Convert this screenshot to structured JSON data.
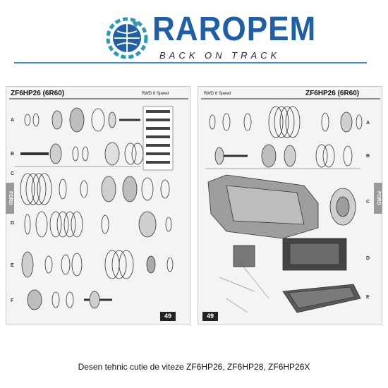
{
  "brand": {
    "name": "RAROPEM",
    "tagline": "BACK ON TRACK",
    "colors": {
      "brand_blue": "#1f5fa8",
      "accent_teal": "#3a9bb5",
      "navy": "#1b2a44"
    }
  },
  "manual": {
    "left_page": {
      "title": "ZF6HP26 (6R60)",
      "subtitle": "RWD 6 Speed",
      "page_number": "49",
      "side_tab": "FORD",
      "rows": [
        "A",
        "B",
        "C",
        "D",
        "E",
        "F"
      ]
    },
    "right_page": {
      "title": "ZF6HP26 (6R60)",
      "subtitle": "RWD 6 Speed",
      "page_number": "49",
      "side_tab": "FORD",
      "rows": [
        "A",
        "B",
        "C",
        "D",
        "E"
      ]
    }
  },
  "caption": "Desen tehnic cutie de viteze ZF6HP26, ZF6HP28, ZF6HP26X"
}
